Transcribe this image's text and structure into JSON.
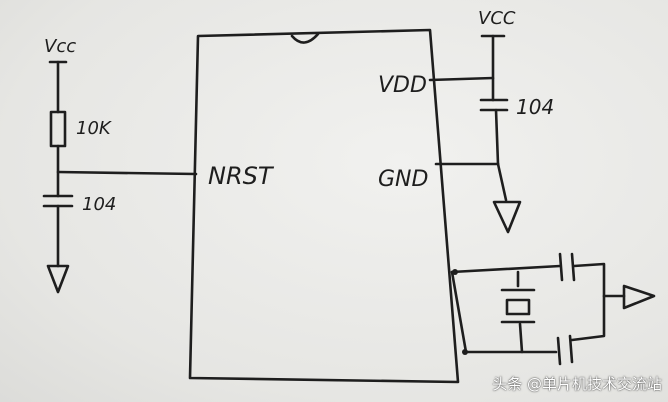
{
  "labels": {
    "vcc_left": "Vcc",
    "resistor_value": "10K",
    "cap_left_value": "104",
    "nrst": "NRST",
    "vcc_right": "VCC",
    "vdd": "VDD",
    "gnd": "GND",
    "cap_right_value": "104"
  },
  "watermark": "头条 @单片机技术交流站"
}
